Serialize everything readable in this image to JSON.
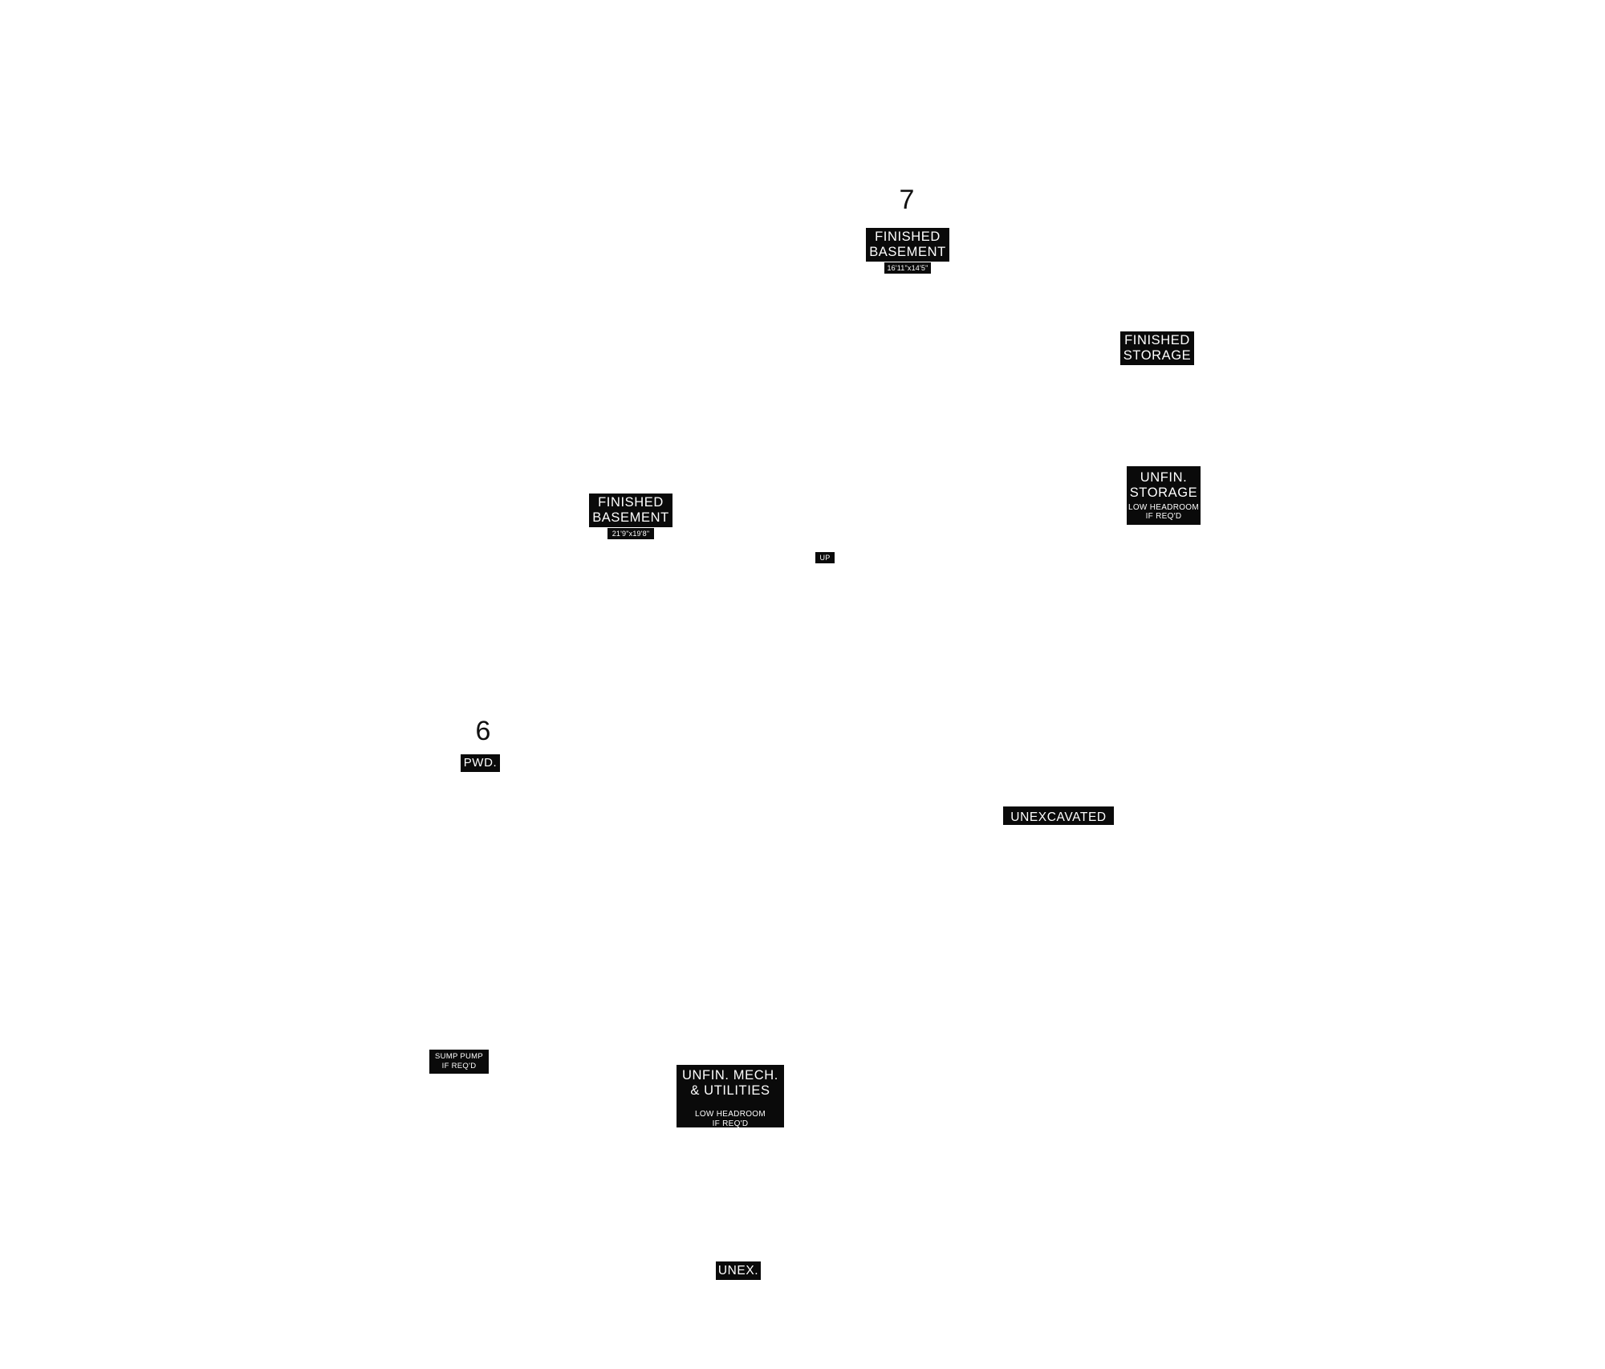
{
  "markers": {
    "upper": "7",
    "lower": "6"
  },
  "labels": {
    "finished_basement_top": {
      "name": "FINISHED\nBASEMENT",
      "dimension": "16'11\"x14'5\""
    },
    "finished_storage": {
      "name": "FINISHED\nSTORAGE"
    },
    "unfin_storage": {
      "name": "UNFIN.\nSTORAGE",
      "note": "LOW HEADROOM\nIF REQ'D"
    },
    "finished_basement_left": {
      "name": "FINISHED\nBASEMENT",
      "dimension": "21'9\"x19'8\""
    },
    "stair_up": {
      "name": "UP"
    },
    "powder_room": {
      "name": "PWD."
    },
    "unexcavated": {
      "name": "UNEXCAVATED"
    },
    "sump_pump": {
      "name": "SUMP PUMP\nIF REQ'D"
    },
    "unfin_mech": {
      "name": "UNFIN. MECH.\n& UTILITIES",
      "note": "LOW HEADROOM\nIF REQ'D"
    },
    "unex_short": {
      "name": "UNEX."
    }
  }
}
